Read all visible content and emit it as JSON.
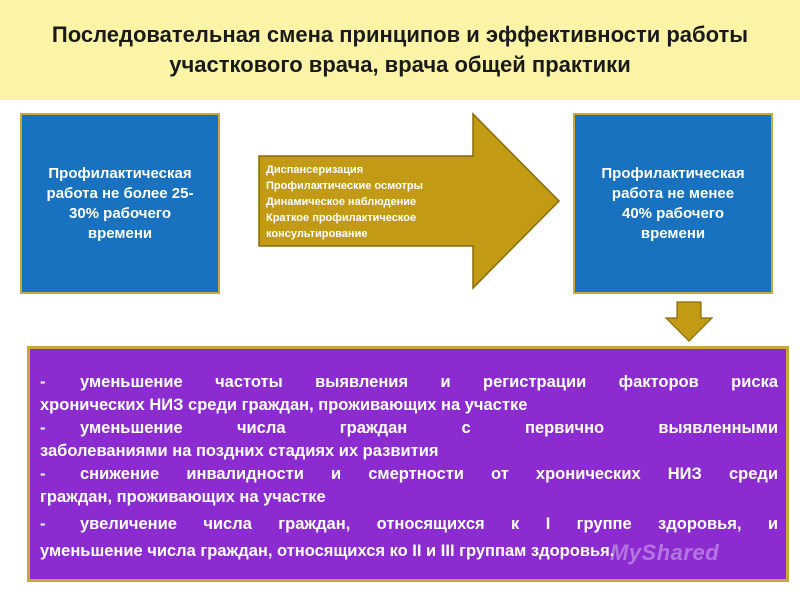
{
  "slide": {
    "title_lines": [
      "Последовательная смена принципов и эффективности работы",
      "участкового врача, врача общей практики"
    ],
    "left_box_lines": [
      "Профилактическая",
      "работа  не более 25-",
      "30% рабочего",
      "времени"
    ],
    "arrow_items": [
      "Диспансеризация",
      "Профилактические осмотры",
      "Динамическое наблюдение",
      "Краткое профилактическое",
      "консультирование"
    ],
    "right_box_lines": [
      "Профилактическая",
      "работа  не менее",
      "40% рабочего",
      "времени"
    ],
    "results": [
      {
        "dash": "-",
        "line1": "уменьшение частоты выявления и регистрации факторов риска",
        "line2": "хронических НИЗ среди граждан, проживающих на участке"
      },
      {
        "dash": "-",
        "line1": "уменьшение числа граждан с первично выявленными",
        "line2": "заболеваниями на поздних стадиях их развития"
      },
      {
        "dash": "-",
        "line1": "снижение инвалидности и смертности от хронических НИЗ среди",
        "line2": "граждан, проживающих на участке"
      },
      {
        "dash": "-",
        "line1": "увеличение числа граждан, относящихся к I группе здоровья, и",
        "line2": "уменьшение числа граждан, относящихся ко II и III группам здоровья."
      }
    ],
    "watermark": "MyShared",
    "colors": {
      "title_band": "#fbf4a6",
      "blue_box": "#1872c0",
      "arrow": "#c39a14",
      "purple_box": "#8b2bd0",
      "border_gold": "#c9a73a"
    }
  }
}
